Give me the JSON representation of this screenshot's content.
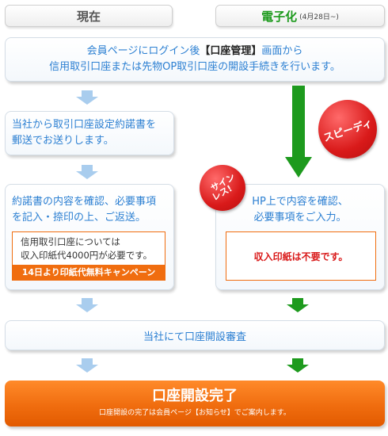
{
  "header": {
    "current_label": "現在",
    "electronic_label": "電子化",
    "electronic_date": "(4月28日~)"
  },
  "step1": {
    "line1_prefix": "会員ページにログイン後",
    "line1_highlight": "【口座管理】",
    "line1_suffix": "画面から",
    "line2": "信用取引口座または先物OP取引口座の開設手続きを行います。"
  },
  "left": {
    "step2_line1": "当社から取引口座設定約諾書を",
    "step2_line2": "郵送でお送りします。",
    "step3_line1": "約諾書の内容を確認、必要事項",
    "step3_line2": "を記入・捺印の上、ご返送。",
    "note_line1": "信用取引口座については",
    "note_line2": "収入印紙代4000円が必要です。",
    "campaign": "14日より印紙代無料キャンペーン"
  },
  "right": {
    "speedy_badge": "スピーディ",
    "signless_badge_line1": "サイン",
    "signless_badge_line2": "レス!",
    "line1": "HP上で内容を確認、",
    "line2": "必要事項をご入力。",
    "note": "収入印紙は不要です。"
  },
  "review": {
    "label": "当社にて口座開設審査"
  },
  "complete": {
    "title": "口座開設完了",
    "subtitle": "口座開設の完了は会員ページ【お知らせ】でご案内します。"
  },
  "colors": {
    "blue_text": "#2b7fd2",
    "green": "#1d9a1d",
    "orange": "#f06d0f",
    "red": "#d91a1a",
    "light_blue_arrow": "#a9cdee"
  }
}
